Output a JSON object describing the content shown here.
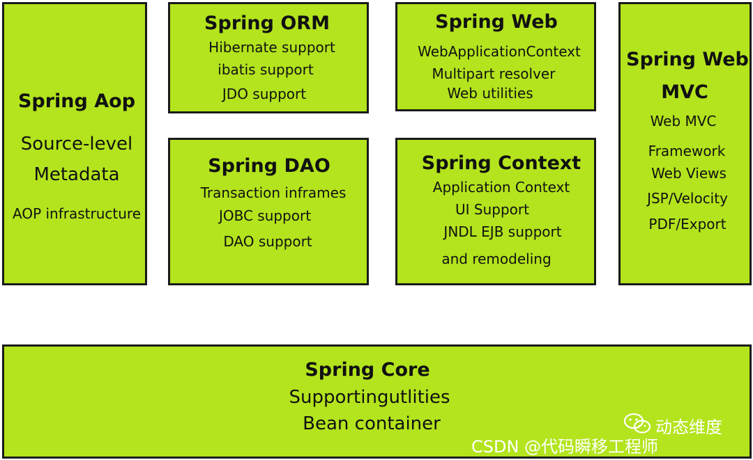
{
  "modules": {
    "aop": {
      "title": "Spring Aop",
      "lines": [
        "Source-level",
        "Metadata",
        "AOP infrastructure"
      ]
    },
    "orm": {
      "title": "Spring ORM",
      "lines": [
        "Hibernate support",
        "ibatis support",
        "JDO support"
      ]
    },
    "dao": {
      "title": "Spring DAO",
      "lines": [
        "Transaction inframes",
        "JOBC support",
        "DAO support"
      ]
    },
    "web": {
      "title": "Spring Web",
      "lines": [
        "WebApplicationContext",
        "Multipart resolver",
        "Web utilities"
      ]
    },
    "context": {
      "title": "Spring Context",
      "lines": [
        "Application Context",
        "UI Support",
        "JNDL EJB support",
        "and remodeling"
      ]
    },
    "webmvc": {
      "title_lines": [
        "Spring Web",
        "MVC"
      ],
      "lines": [
        "Web MVC",
        "Framework",
        "Web Views",
        "JSP/Velocity",
        "PDF/Export"
      ]
    },
    "core": {
      "title": "Spring Core",
      "lines": [
        "Supportingutlities",
        "Bean container"
      ]
    }
  },
  "watermark": {
    "csdn": "CSDN @代码瞬移工程师",
    "wechat": "动态维度"
  },
  "colors": {
    "module_fill": "#b3e41d",
    "border": "#1a1a1a"
  }
}
